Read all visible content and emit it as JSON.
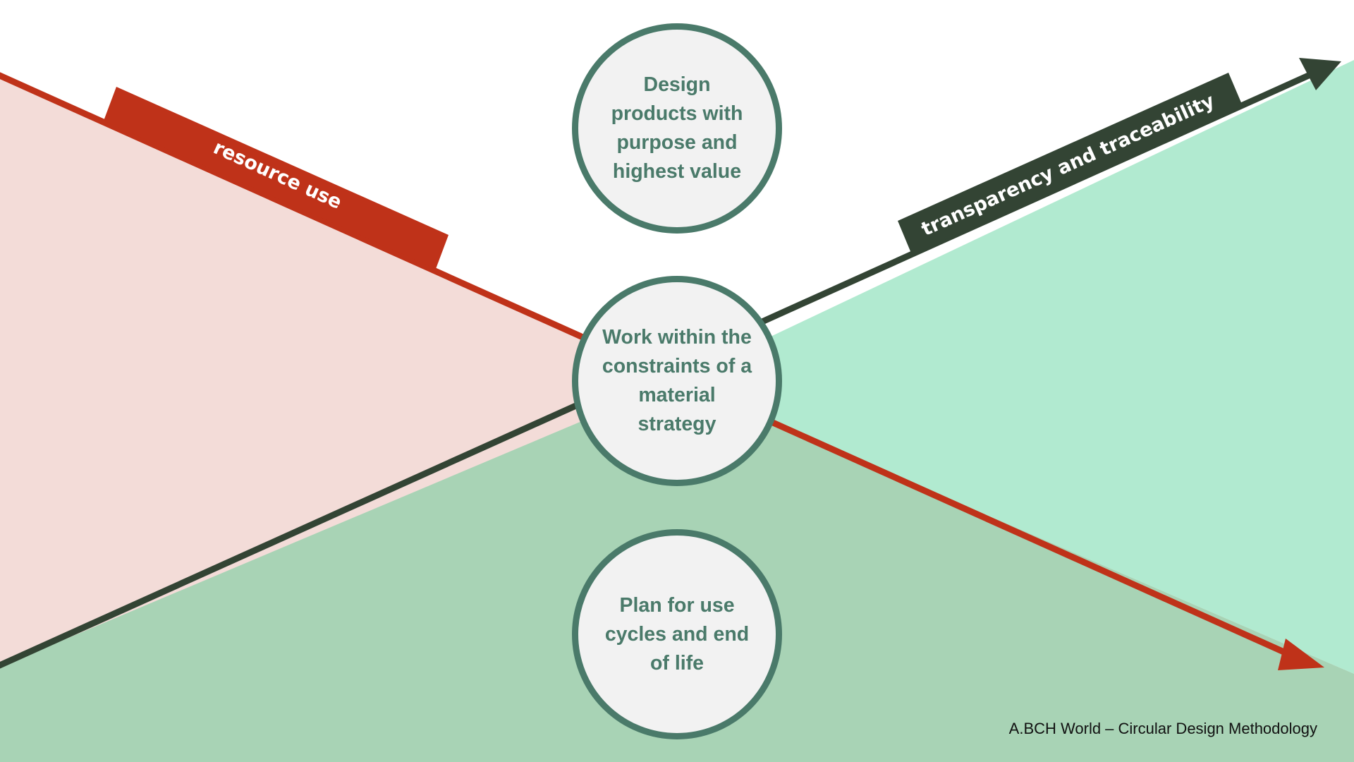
{
  "diagram": {
    "banners": {
      "left": "resource use",
      "right": "transparency and traceability"
    },
    "circles": {
      "top": "Design products with purpose and highest value",
      "center": "Work within the constraints of a material strategy",
      "bottom": "Plan for use cycles and end of life"
    },
    "footer": "A.BCH World – Circular Design Methodology"
  },
  "colors": {
    "left_region": "#f3dcd8",
    "right_region": "#b1ead0",
    "bottom_region": "#a8d3b5",
    "red_arrow": "#bf3219",
    "dark_arrow": "#334434",
    "circle_border": "#4a7a6a",
    "circle_fill": "#f2f2f2",
    "circle_text": "#4a7a6a"
  }
}
